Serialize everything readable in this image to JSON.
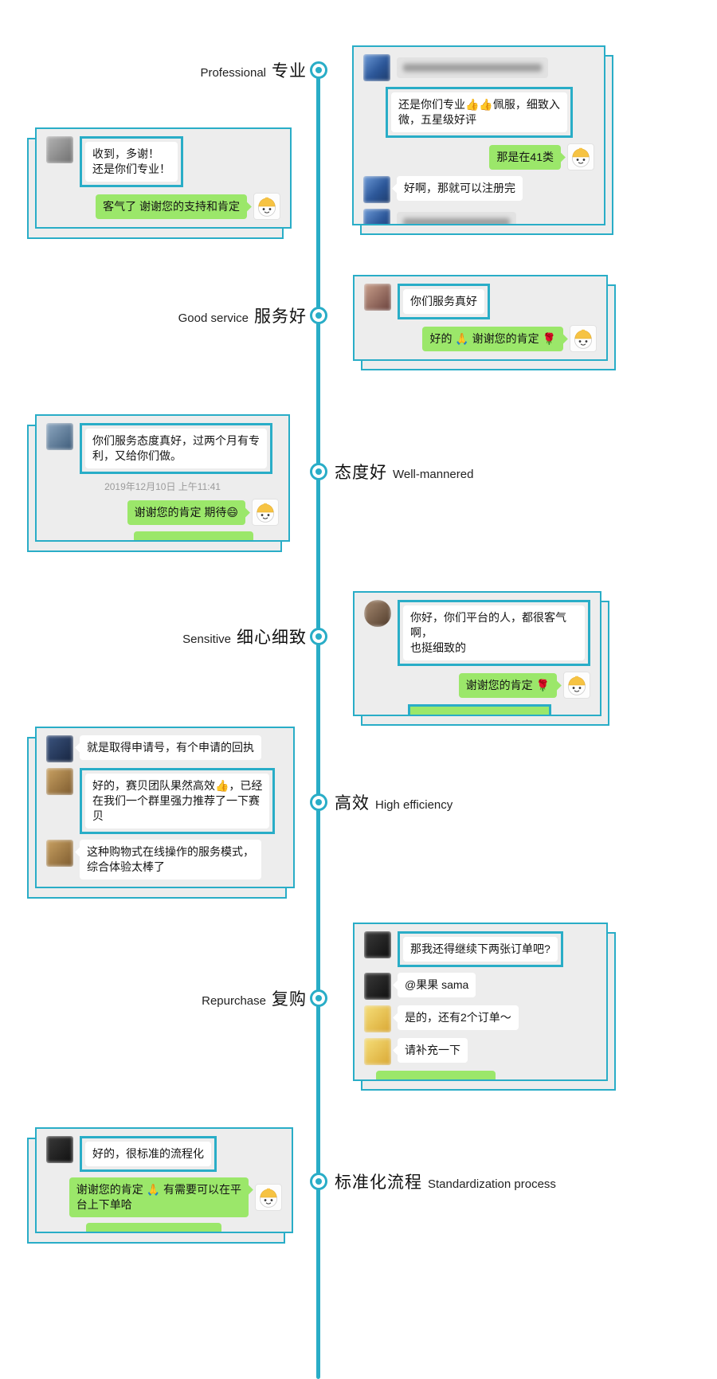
{
  "theme": {
    "accent": "#29adc7",
    "green": "#9be76a",
    "card-bg": "#ededed",
    "ink": "#161616",
    "muted": "#9b9b9b"
  },
  "timeline": {
    "labels": [
      {
        "en": "Professional",
        "zh": "专业"
      },
      {
        "en": "Good service",
        "zh": "服务好"
      },
      {
        "zh": "态度好",
        "en": "Well-mannered"
      },
      {
        "en": "Sensitive",
        "zh": "细心细致"
      },
      {
        "zh": "高效",
        "en": "High efficiency"
      },
      {
        "en": "Repurchase",
        "zh": "复购"
      },
      {
        "zh": "标准化流程",
        "en": "Standardization process"
      }
    ]
  },
  "cards": [
    {
      "name": "professional-chat-right",
      "messages": [
        {
          "redacted": true
        },
        {
          "text": "还是你们专业👍👍佩服，细致入\n微，五星级好评"
        },
        {
          "text": "那是在41类"
        },
        {
          "text": "好啊，那就可以注册完"
        }
      ]
    },
    {
      "name": "professional-chat-left",
      "messages": [
        {
          "text": "收到，多谢！\n还是你们专业！"
        },
        {
          "text": "客气了 谢谢您的支持和肯定"
        }
      ]
    },
    {
      "name": "good-service-chat",
      "messages": [
        {
          "text": "你们服务真好"
        },
        {
          "text": "好的 🙏 谢谢您的肯定 🌹"
        }
      ]
    },
    {
      "name": "well-mannered-chat",
      "timestamp": "2019年12月10日 上午11:41",
      "messages": [
        {
          "text": "你们服务态度真好，过两个月有专\n利，又给你们做。"
        },
        {
          "text": "谢谢您的肯定 期待😄"
        }
      ]
    },
    {
      "name": "sensitive-chat",
      "messages": [
        {
          "text": "你好，你们平台的人，都很客气啊，\n也挺细致的"
        },
        {
          "text": "谢谢您的肯定 🌹"
        }
      ]
    },
    {
      "name": "high-efficiency-chat",
      "messages": [
        {
          "text": "就是取得申请号，有个申请的回执"
        },
        {
          "text": "好的，赛贝团队果然高效👍，已经\n在我们一个群里强力推荐了一下赛\n贝"
        },
        {
          "text": "这种购物式在线操作的服务模式，\n综合体验太棒了"
        }
      ]
    },
    {
      "name": "repurchase-chat",
      "messages": [
        {
          "text": "那我还得继续下两张订单吧?"
        },
        {
          "text": "@果果 sama"
        },
        {
          "text": "是的，还有2个订单～"
        },
        {
          "text": "请补充一下"
        }
      ]
    },
    {
      "name": "standardization-chat",
      "messages": [
        {
          "text": "好的，很标准的流程化"
        },
        {
          "text": "谢谢您的肯定 🙏 有需要可以在平\n台上下单哈"
        }
      ]
    }
  ]
}
